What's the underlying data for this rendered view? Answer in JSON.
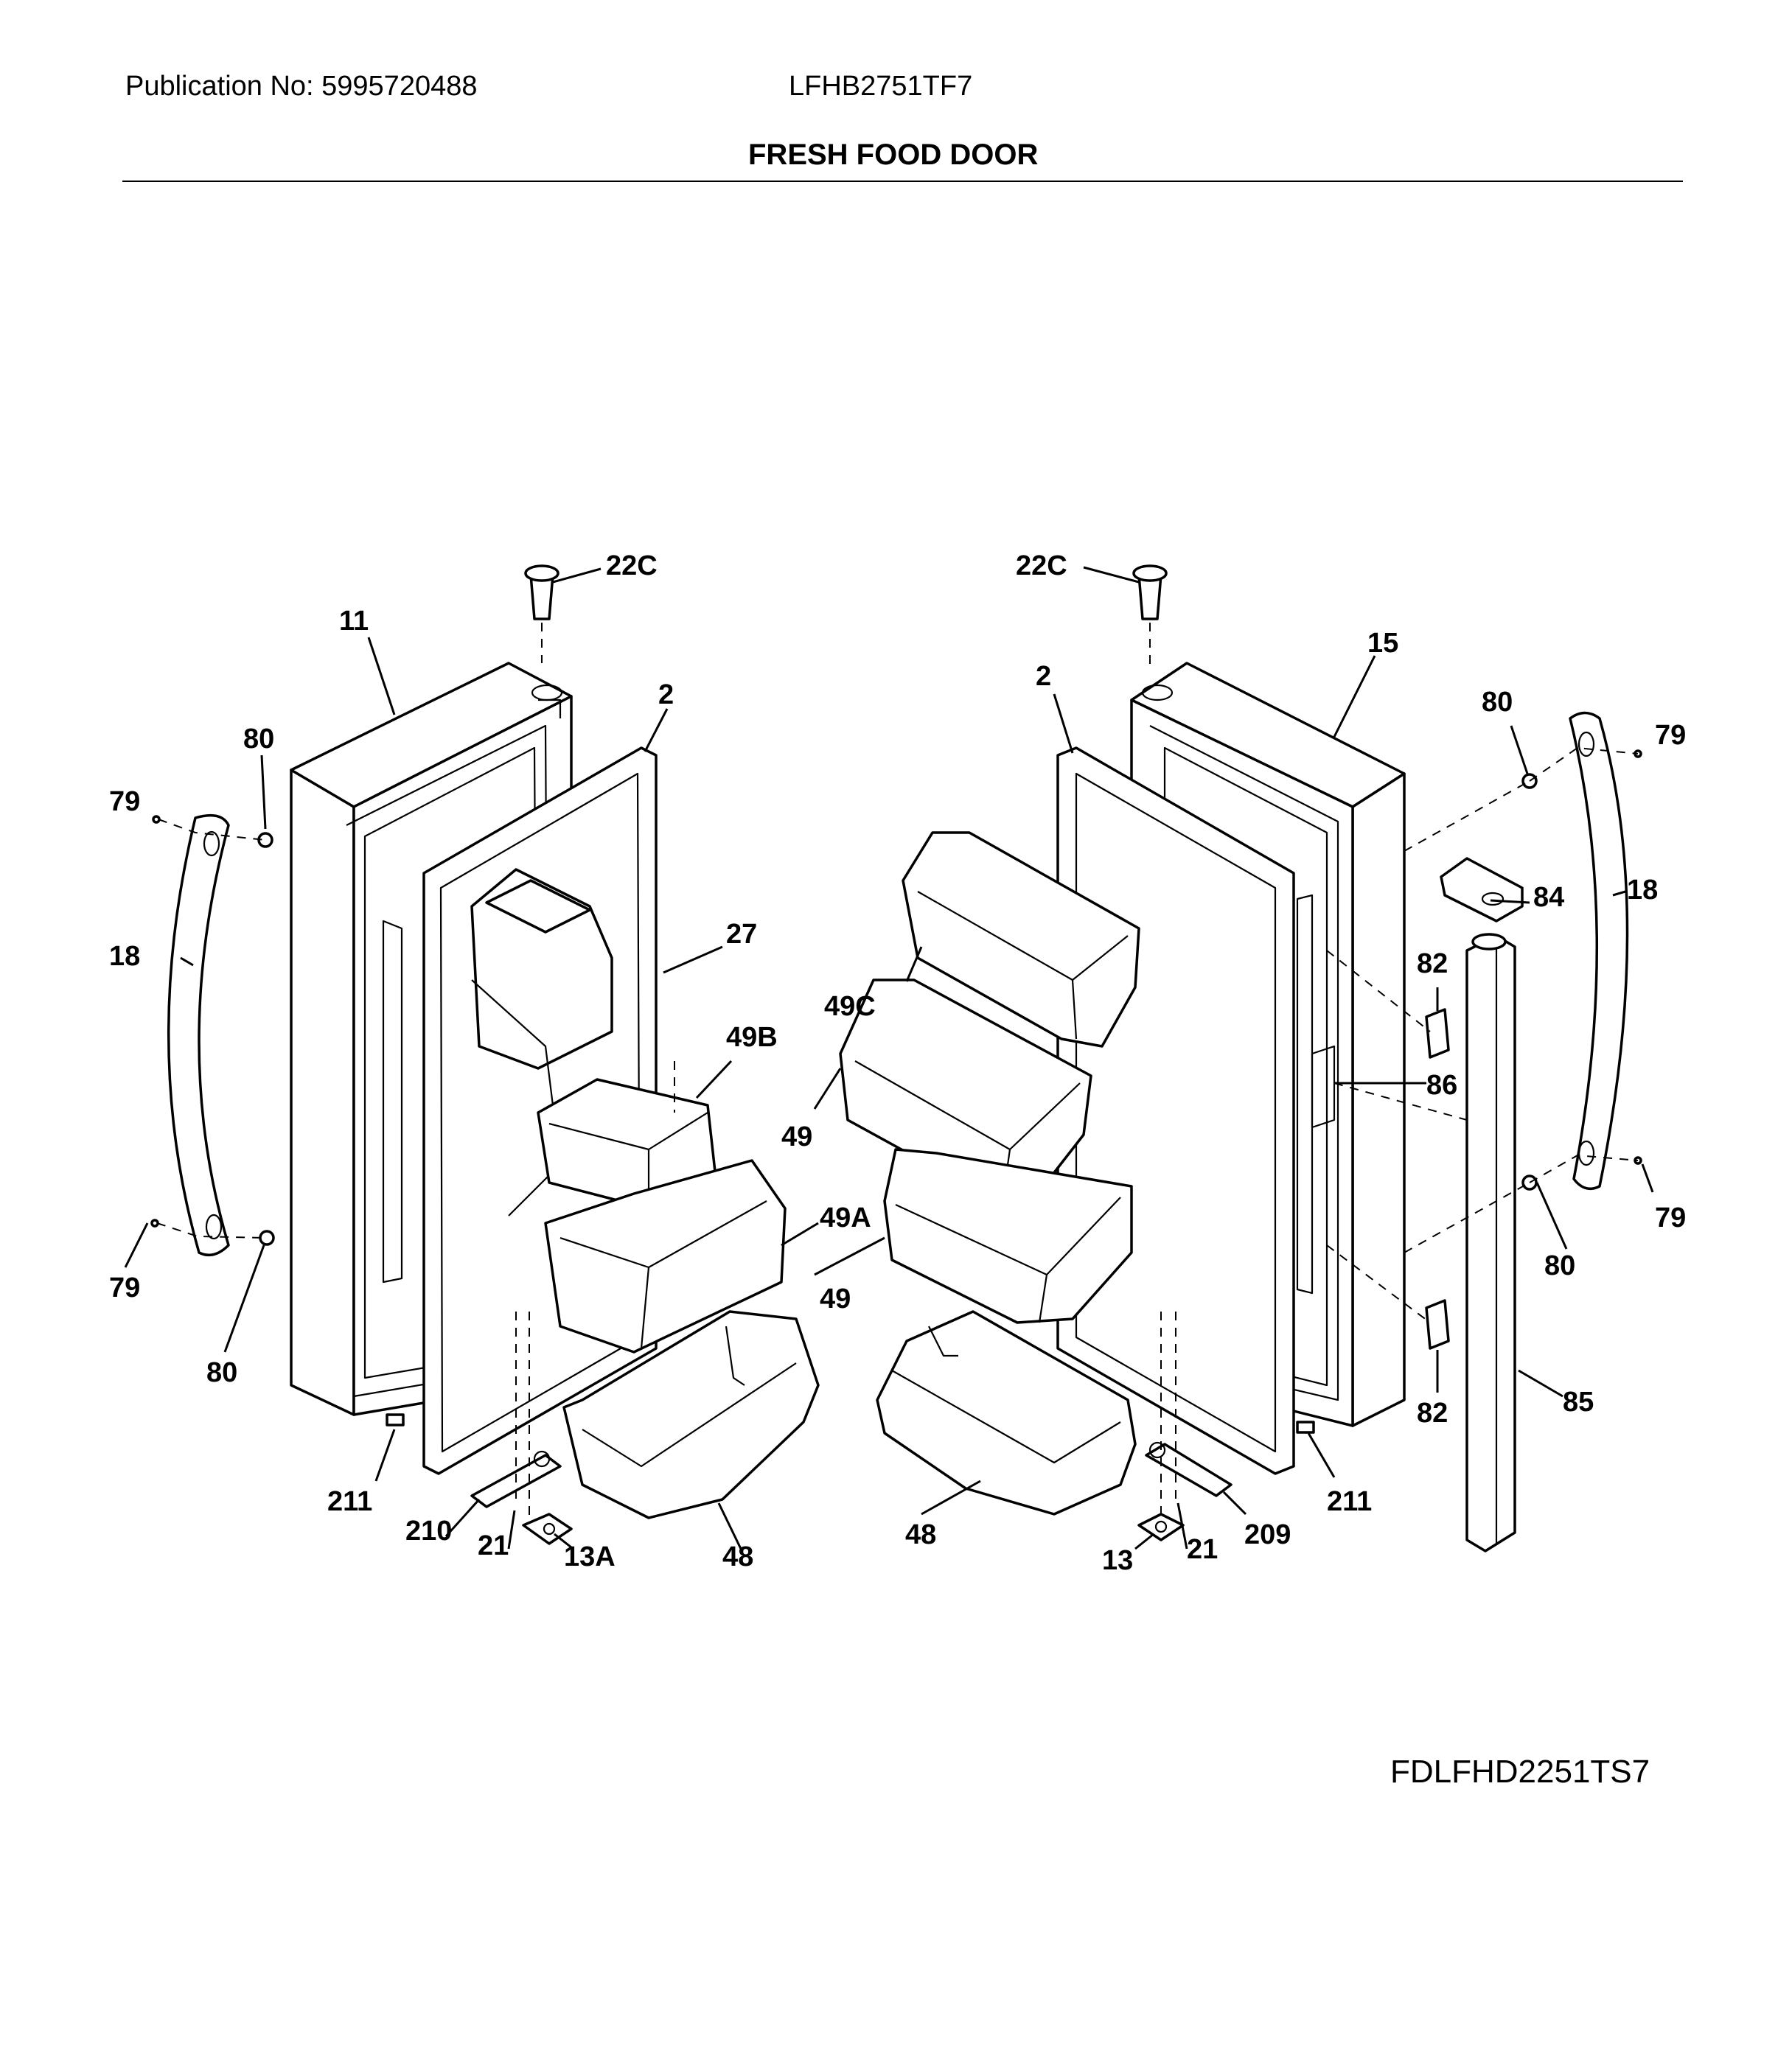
{
  "header": {
    "publication": "Publication No: 5995720488",
    "model": "LFHB2751TF7",
    "title": "FRESH FOOD DOOR"
  },
  "footer": {
    "diagram_code": "FDLFHD2251TS7"
  },
  "labels": {
    "l22c_left": "22C",
    "l11": "11",
    "l2_left": "2",
    "l80_ul": "80",
    "l79_ul": "79",
    "l18_left": "18",
    "l27": "27",
    "l49b": "49B",
    "l49a": "49A",
    "l79_ll": "79",
    "l80_ll": "80",
    "l211_left": "211",
    "l210": "210",
    "l21_left": "21",
    "l13a": "13A",
    "l48_left": "48",
    "l22c_right": "22C",
    "l2_right": "2",
    "l15": "15",
    "l49c": "49C",
    "l49_upper": "49",
    "l49_lower": "49",
    "l80_ur": "80",
    "l79_ur": "79",
    "l84": "84",
    "l18_right": "18",
    "l82_upper": "82",
    "l86": "86",
    "l80_lr": "80",
    "l79_lr": "79",
    "l82_lower": "82",
    "l85": "85",
    "l211_right": "211",
    "l209": "209",
    "l21_right": "21",
    "l13": "13",
    "l48_right": "48"
  }
}
